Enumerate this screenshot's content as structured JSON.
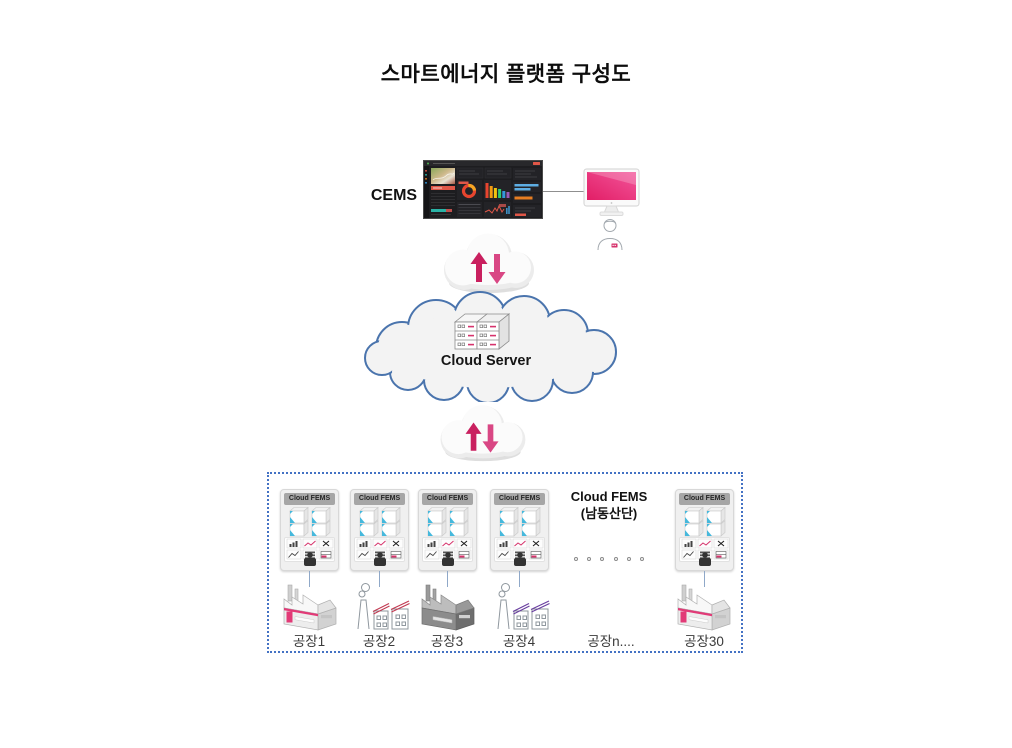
{
  "title": "스마트에너지 플랫폼 구성도",
  "cems": {
    "label": "CEMS"
  },
  "cloud_server": {
    "label": "Cloud Server"
  },
  "fems": {
    "group_label": [
      "Cloud FEMS",
      "(남동산단)"
    ],
    "card_header": "Cloud FEMS",
    "factories": [
      "공장1",
      "공장2",
      "공장3",
      "공장4",
      "공장n....",
      "공장30"
    ]
  },
  "colors": {
    "accent_pink": "#d6336c",
    "monitor_screen_pink": "#e8357c",
    "cloud_outline_blue": "#4a74ad",
    "group_box_border_blue": "#4472c4"
  }
}
